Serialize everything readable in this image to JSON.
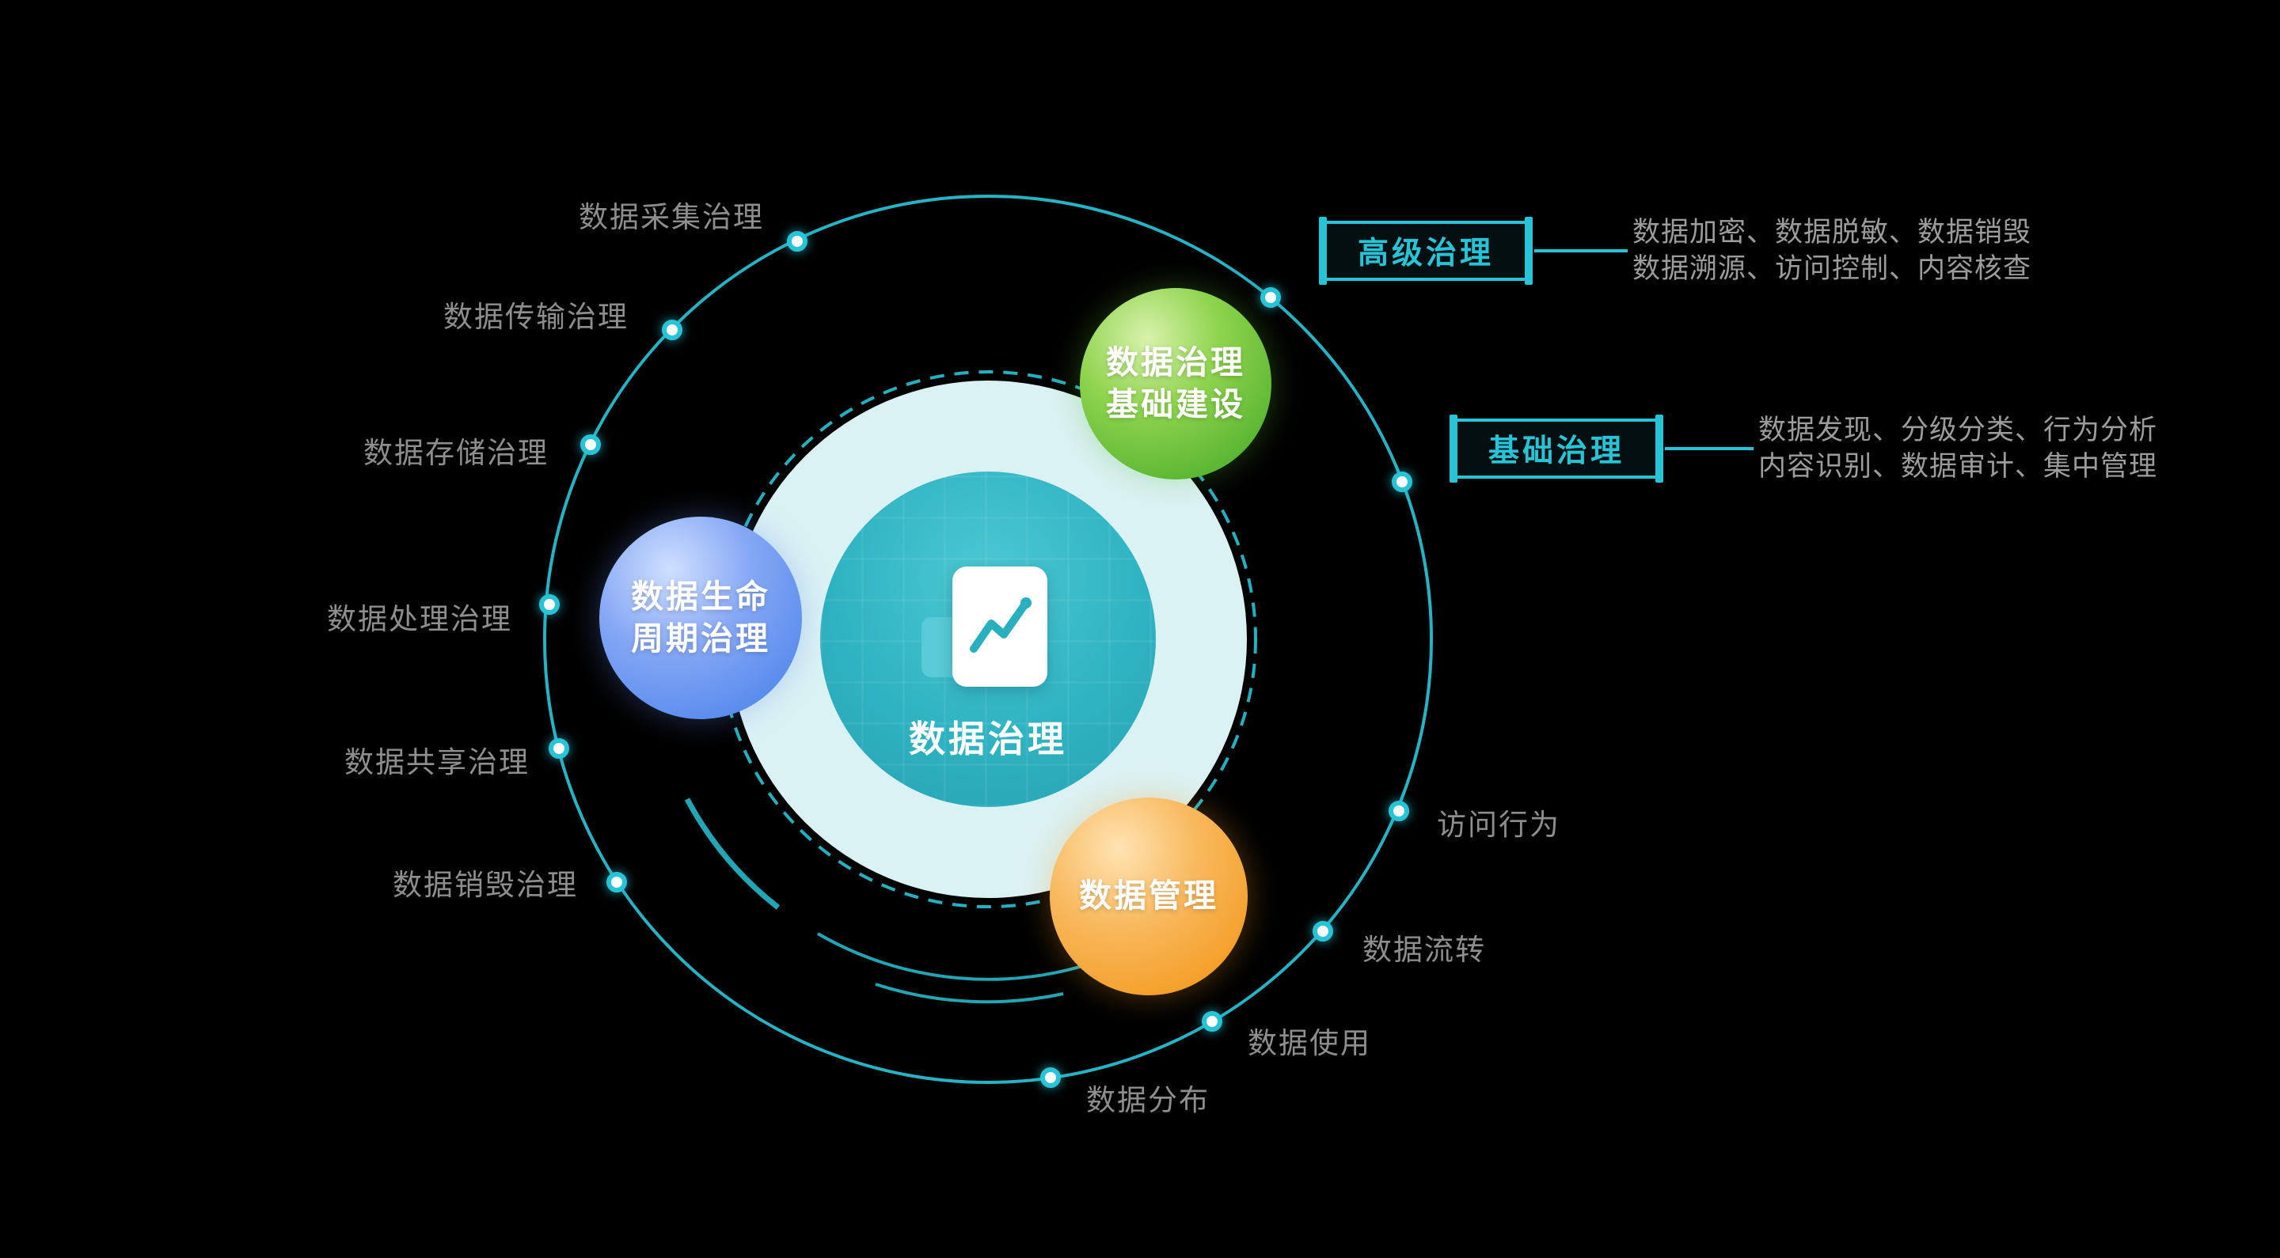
{
  "diagram_title": "数据治理",
  "colors": {
    "background": "#000000",
    "accent_cyan": "#27C3D6",
    "ring_label_gray": "#8E8E8E",
    "description_gray": "#9C9C9C",
    "core_teal": "#2FB3C2",
    "pale_halo": "#DBF2F4",
    "bubble_green": "#5CB733",
    "bubble_blue": "#5B8DEE",
    "bubble_orange": "#F5A02B"
  },
  "center": {
    "title": "数据治理",
    "icon": "document-chart-icon"
  },
  "bubbles": {
    "green": {
      "line1": "数据治理",
      "line2": "基础建设"
    },
    "blue": {
      "line1": "数据生命",
      "line2": "周期治理"
    },
    "orange": {
      "line1": "数据管理"
    }
  },
  "ring_labels": [
    {
      "text": "数据采集治理"
    },
    {
      "text": "数据传输治理"
    },
    {
      "text": "数据存储治理"
    },
    {
      "text": "数据处理治理"
    },
    {
      "text": "数据共享治理"
    },
    {
      "text": "数据销毁治理"
    },
    {
      "text": "数据分布"
    },
    {
      "text": "数据使用"
    },
    {
      "text": "数据流转"
    },
    {
      "text": "访问行为"
    }
  ],
  "callouts": [
    {
      "title": "高级治理",
      "line1": "数据加密、数据脱敏、数据销毁",
      "line2": "数据溯源、访问控制、内容核查"
    },
    {
      "title": "基础治理",
      "line1": "数据发现、分级分类、行为分析",
      "line2": "内容识别、数据审计、集中管理"
    }
  ]
}
